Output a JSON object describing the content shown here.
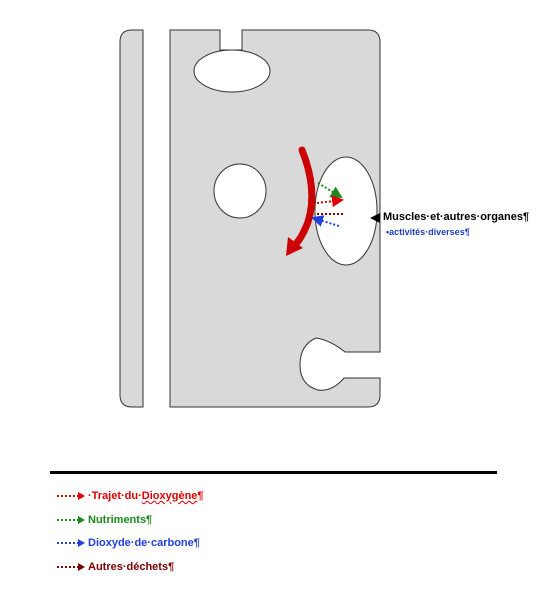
{
  "diagram": {
    "organ_label": "Muscles·et·autres·organes¶",
    "organ_sublabel": "•activités·diverses¶"
  },
  "legend": [
    {
      "prefix": "·Trajet·du·",
      "emph": "Dioxygène",
      "suffix": "¶",
      "color": "#e00000"
    },
    {
      "prefix": "Nutriments¶",
      "emph": "",
      "suffix": "",
      "color": "#1a8a1a"
    },
    {
      "prefix": "Dioxyde·de·carbone¶",
      "emph": "",
      "suffix": "",
      "color": "#1f3fdf"
    },
    {
      "prefix": "Autres·déchets¶",
      "emph": "",
      "suffix": "",
      "color": "#7a0000"
    }
  ],
  "colors": {
    "body_fill": "#d9d9d9",
    "outline": "#333333",
    "blood_flow": "#cc0000"
  }
}
